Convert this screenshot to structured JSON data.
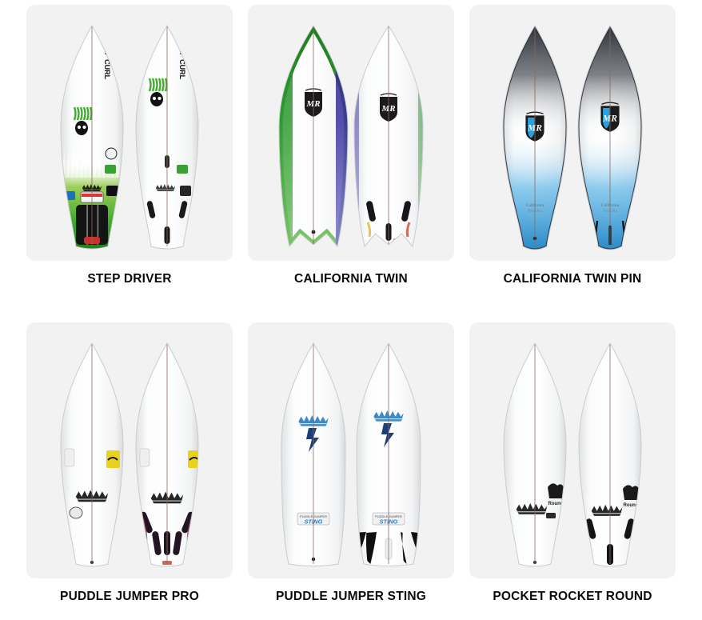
{
  "page": {
    "background_color": "#ffffff",
    "card_background_color": "#f2f2f2",
    "title_color": "#0a0a0a",
    "columns": 3,
    "rows": 2
  },
  "products": [
    {
      "name": "STEP DRIVER",
      "image_alt": "step-driver-surfboard-pair",
      "brand_text": "RIP CURL",
      "shape": "round-tail-shortboard",
      "deck_art": "green spray fins-up art with Lost logo, FCS traction pad",
      "colors": {
        "primary": "#3fae2a",
        "secondary": "#8dc63f",
        "accent": "#111111",
        "board": "#ffffff"
      }
    },
    {
      "name": "CALIFORNIA TWIN",
      "image_alt": "california-twin-surfboard-pair",
      "brand_text": "MR",
      "shape": "swallow-tail-fish",
      "deck_art": "MR shield logo, green left rail and blue right rail",
      "colors": {
        "primary": "#2e9b32",
        "secondary": "#3b2f9e",
        "accent": "#1a1a2e",
        "board": "#ffffff"
      }
    },
    {
      "name": "CALIFORNIA TWIN PIN",
      "image_alt": "california-twin-pin-surfboard-pair",
      "brand_text": "MR",
      "shape": "pin-tail",
      "deck_art": "MR shield logo, black nose fade into blue tail fade",
      "colors": {
        "primary": "#2b2f38",
        "secondary": "#2b9fe0",
        "accent": "#0d0d0d",
        "board": "#ffffff"
      }
    },
    {
      "name": "PUDDLE JUMPER PRO",
      "image_alt": "puddle-jumper-pro-surfboard-pair",
      "brand_text": "LOST",
      "shape": "round-tail-wide",
      "deck_art": "Lost script logo, yellow sticker, carbon tail patches, five fin boxes",
      "colors": {
        "primary": "#1c1c1c",
        "secondary": "#e8d21a",
        "accent": "#5a1f5a",
        "board": "#ffffff"
      }
    },
    {
      "name": "PUDDLE JUMPER STING",
      "image_alt": "puddle-jumper-sting-surfboard-pair",
      "brand_text": "LOST",
      "shape": "sting-tail",
      "deck_art": "Blue Lost logo, Sting badge, black quad fins",
      "colors": {
        "primary": "#2f7fbf",
        "secondary": "#1c3f7a",
        "accent": "#101010",
        "board": "#ffffff"
      }
    },
    {
      "name": "POCKET ROCKET ROUND",
      "image_alt": "pocket-rocket-round-surfboard-pair",
      "brand_text": "LOST",
      "shape": "round-tail",
      "deck_art": "Lost script logo, carbon tail panels, thruster fins",
      "colors": {
        "primary": "#1b1b1b",
        "secondary": "#6d6d6d",
        "accent": "#000000",
        "board": "#ffffff"
      }
    }
  ]
}
